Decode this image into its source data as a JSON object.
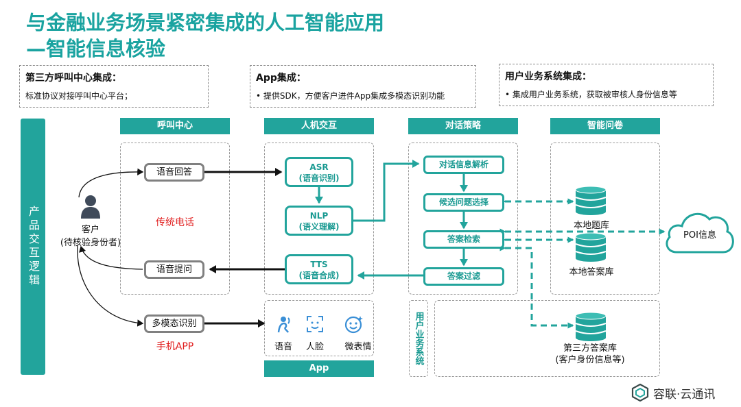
{
  "title": {
    "line1": "与金融业务场景紧密集成的人工智能应用",
    "line2": "—智能信息核验"
  },
  "info": [
    {
      "heading": "第三方呼叫中心集成：",
      "body": "标准协议对接呼叫中心平台；"
    },
    {
      "heading": "App集成：",
      "body": "•  提供SDK，方便客户进件App集成多模态识别功能"
    },
    {
      "heading": "用户业务系统集成：",
      "body": "•  集成用户业务系统，获取被审核人身份信息等"
    }
  ],
  "left_bar": "产品交互逻辑",
  "columns": {
    "call_center": "呼叫中心",
    "hci": "人机交互",
    "strategy": "对话策略",
    "questionnaire": "智能问卷"
  },
  "customer": {
    "line1": "客户",
    "line2": "(待核验身份者)"
  },
  "call": {
    "voice_answer": "语音回答",
    "voice_ask": "语音提问",
    "traditional": "传统电话"
  },
  "hci": {
    "asr_1": "ASR",
    "asr_2": "(语音识别)",
    "nlp_1": "NLP",
    "nlp_2": "(语义理解)",
    "tts_1": "TTS",
    "tts_2": "(语音合成)"
  },
  "strategy": {
    "parse": "对话信息解析",
    "choose": "候选问题选择",
    "retrieve": "答案检索",
    "filter": "答案过滤"
  },
  "db": {
    "questions": "本地题库",
    "answers": "本地答案库",
    "third_1": "第三方答案库",
    "third_2": "(客户身份信息等)"
  },
  "poi": "POI信息",
  "multimodal": {
    "label": "多模态识别",
    "app": "手机APP",
    "voice": "语音",
    "face": "人脸",
    "micro": "微表情",
    "app_bar": "App"
  },
  "user_system": "用户业务系统",
  "logo": "容联·云通讯",
  "colors": {
    "accent": "#22a49c",
    "title": "#1aa3a0",
    "alert": "#e01b1b"
  }
}
